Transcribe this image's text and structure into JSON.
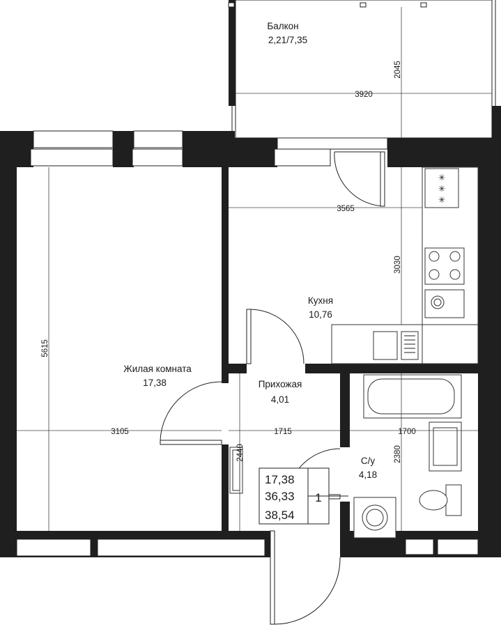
{
  "rooms": {
    "balcony": {
      "name": "Балкон",
      "area": "2,21/7,35"
    },
    "kitchen": {
      "name": "Кухня",
      "area": "10,76"
    },
    "living": {
      "name": "Жилая комната",
      "area": "17,38"
    },
    "hallway": {
      "name": "Прихожая",
      "area": "4,01"
    },
    "bathroom": {
      "name": "С/у",
      "area": "4,18"
    }
  },
  "dimensions": {
    "balcony_width": "3920",
    "balcony_depth": "2045",
    "kitchen_width": "3565",
    "kitchen_depth": "3030",
    "living_depth": "5615",
    "living_width": "3105",
    "hall_width": "1715",
    "hall_depth": "2440",
    "bath_width": "1700",
    "bath_depth": "2380"
  },
  "summary": {
    "living_area": "17,38",
    "total_area": "36,33",
    "total_with_balcony": "38,54",
    "rooms_count": "1"
  }
}
